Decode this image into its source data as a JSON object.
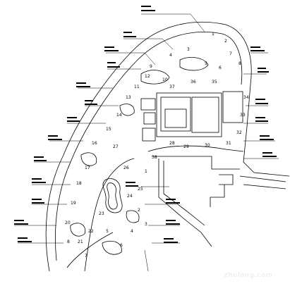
{
  "drawing": {
    "type": "landscape-site-plan",
    "line_color": "#000000",
    "background": "#ffffff",
    "watermark": "zhulong.com",
    "callout_labels": "illegible blocks of small text beside each leader line",
    "plant_numbers": [
      "1",
      "2",
      "3",
      "4",
      "5",
      "6",
      "7",
      "8",
      "9",
      "10",
      "11",
      "12",
      "13",
      "14",
      "15",
      "16",
      "17",
      "18",
      "19",
      "20",
      "21",
      "22",
      "23",
      "24",
      "25",
      "26",
      "27",
      "28",
      "29",
      "30",
      "31",
      "32",
      "33",
      "34",
      "35",
      "36",
      "37",
      "38"
    ]
  }
}
